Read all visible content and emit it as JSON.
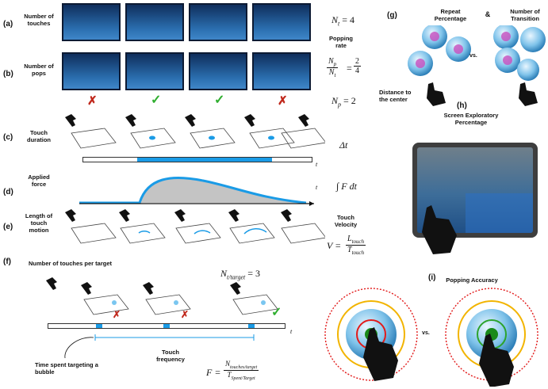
{
  "panel_a": {
    "label": "(a)",
    "caption": "Number of touches",
    "eq_lhs": "N",
    "eq_sub": "t",
    "eq_rhs": "= 4"
  },
  "popping_rate": {
    "caption": "Popping rate",
    "num": "N",
    "num_sub": "p",
    "den": "N",
    "den_sub": "t",
    "value_num": "2",
    "value_den": "4"
  },
  "panel_b": {
    "label": "(b)",
    "caption": "Number of pops",
    "eq_lhs": "N",
    "eq_sub": "p",
    "eq_rhs": "= 2"
  },
  "panel_c": {
    "label": "(c)",
    "caption": "Touch duration",
    "eq": "Δt",
    "axis": "t"
  },
  "panel_d": {
    "label": "(d)",
    "caption": "Applied force",
    "eq": "∫ F dt",
    "axis": "t"
  },
  "panel_e": {
    "label": "(e)",
    "caption": "Length of touch motion"
  },
  "touch_velocity": {
    "caption": "Touch Velocity",
    "lhs": "V =",
    "num": "L",
    "num_sub": "touch",
    "den": "T",
    "den_sub": "touch"
  },
  "panel_f": {
    "label": "(f)",
    "caption": "Number of touches per target",
    "eq_lhs": "N",
    "eq_sub": "t/target",
    "eq_rhs": "= 3",
    "axis": "t",
    "time_note": "Time spent targeting a bubble",
    "freq_caption": "Touch frequency",
    "freq_lhs": "F =",
    "freq_num": "N",
    "freq_num_sub": "touches/target",
    "freq_den": "T",
    "freq_den_sub": "Spent/Target"
  },
  "panel_g": {
    "label": "(g)",
    "left_caption": "Repeat Percentage",
    "amp": "&",
    "right_caption": "Number of Transition",
    "vs": "vs.",
    "dist_caption": "Distance to the center"
  },
  "panel_h": {
    "label": "(h)",
    "caption": "Screen Exploratory Percentage"
  },
  "panel_i": {
    "label": "(i)",
    "caption": "Popping Accuracy",
    "vs": "vs."
  },
  "icons": {
    "check": "✓",
    "cross": "✗"
  },
  "colors": {
    "touch_blue": "#1a9be6",
    "force_curve": "#1a9be6",
    "check_green": "#2fae2f",
    "cross_red": "#c0281c"
  }
}
